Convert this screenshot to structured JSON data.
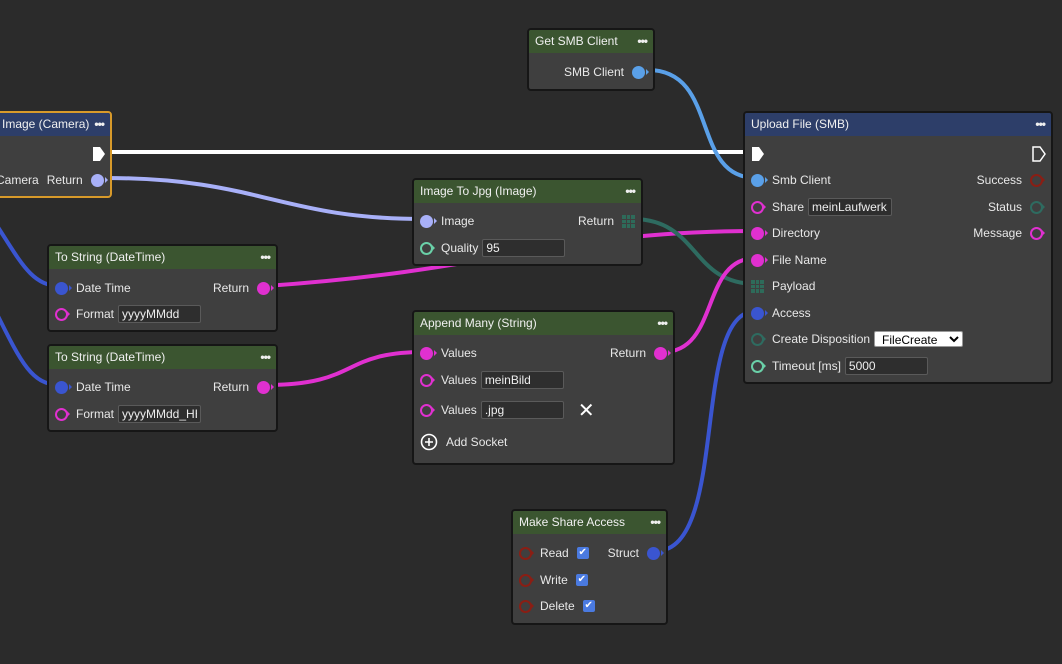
{
  "colors": {
    "canvas": "#2b2b2b",
    "node_body": "#3f3f3f",
    "header_green": "#3b5530",
    "header_blue": "#2d3e69",
    "selected_border": "#d89a2a",
    "wire_exec": "#ffffff",
    "wire_image": "#a8b0f8",
    "wire_smb": "#5aa0e8",
    "wire_string": "#e030d0",
    "wire_struct": "#3a55d0",
    "wire_payload": "#2e6b60"
  },
  "nodes": {
    "camera": {
      "title": "Image (Camera)",
      "inputs": [
        "Camera"
      ],
      "outputs": [
        "Return"
      ]
    },
    "smb_client": {
      "title": "Get SMB Client",
      "outputs": [
        "SMB Client"
      ]
    },
    "upload": {
      "title": "Upload File (SMB)",
      "inputs": [
        "Smb Client",
        "Share",
        "Directory",
        "File Name",
        "Payload",
        "Access",
        "Create Disposition",
        "Timeout [ms]"
      ],
      "share_value": "meinLaufwerk",
      "disposition_value": "FileCreate",
      "timeout_value": "5000",
      "outputs": [
        "Success",
        "Status",
        "Message"
      ]
    },
    "jpg": {
      "title": "Image To Jpg (Image)",
      "inputs": [
        "Image",
        "Quality"
      ],
      "quality_value": "95",
      "outputs": [
        "Return"
      ]
    },
    "tostring1": {
      "title": "To String (DateTime)",
      "inputs": [
        "Date Time",
        "Format"
      ],
      "format_value": "yyyyMMdd",
      "outputs": [
        "Return"
      ]
    },
    "tostring2": {
      "title": "To String (DateTime)",
      "inputs": [
        "Date Time",
        "Format"
      ],
      "format_value": "yyyyMMdd_HH",
      "outputs": [
        "Return"
      ]
    },
    "append": {
      "title": "Append Many (String)",
      "inputs": [
        "Values",
        "Values",
        "Values"
      ],
      "value2": "meinBild",
      "value3": ".jpg",
      "outputs": [
        "Return"
      ],
      "add_socket": "Add Socket"
    },
    "share_access": {
      "title": "Make Share Access",
      "inputs": [
        "Read",
        "Write",
        "Delete"
      ],
      "read": true,
      "write": true,
      "delete": true,
      "outputs": [
        "Struct"
      ]
    }
  },
  "menu_icon": "more-dots-icon"
}
